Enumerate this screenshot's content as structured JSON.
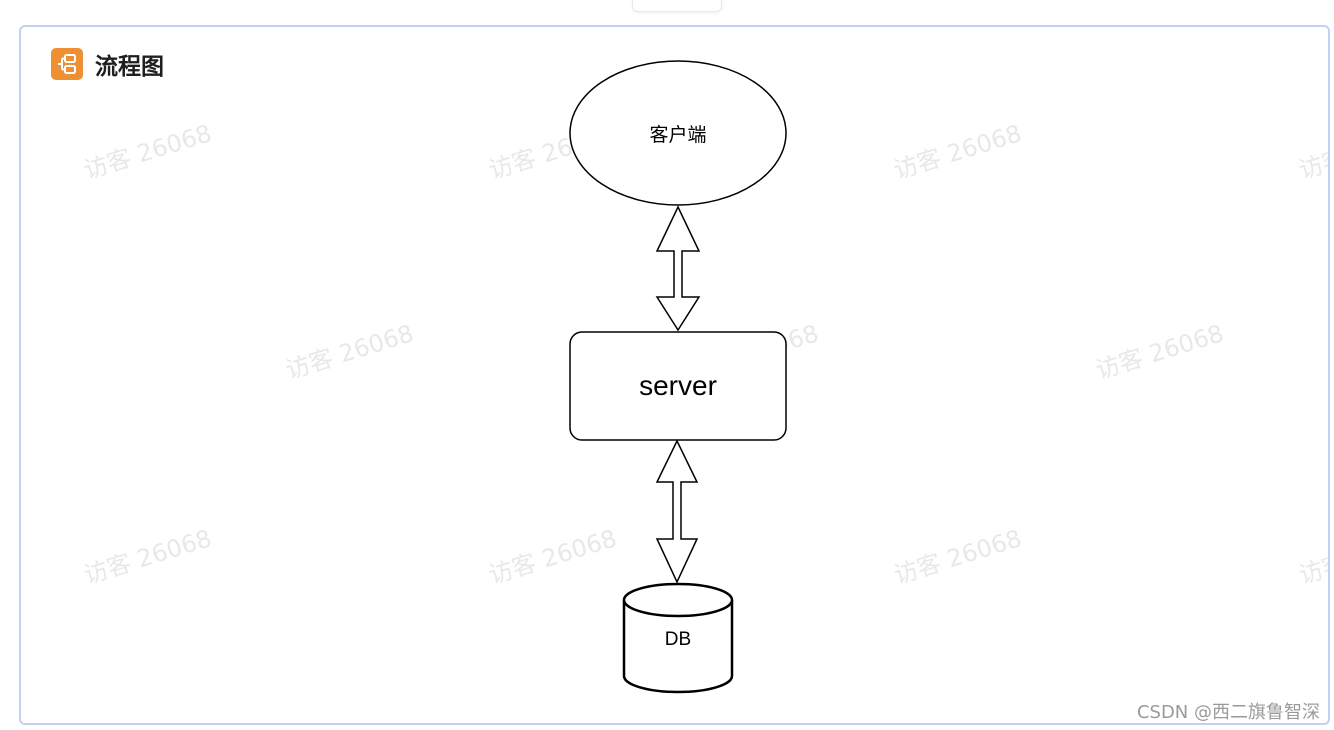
{
  "header": {
    "title": "流程图",
    "icon": "flowchart-icon",
    "icon_color": "#ef8f33"
  },
  "nodes": {
    "client": "客户端",
    "server": "server",
    "db": "DB"
  },
  "watermark": "访客 26068",
  "credit": "CSDN @西二旗鲁智深",
  "colors": {
    "border": "#c3d0f1",
    "stroke": "#000000"
  }
}
